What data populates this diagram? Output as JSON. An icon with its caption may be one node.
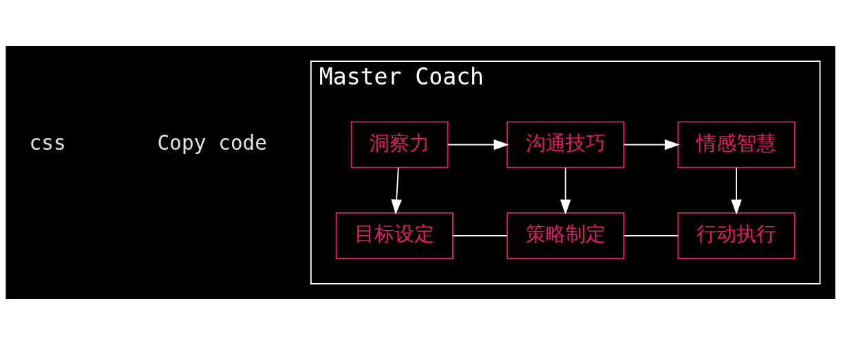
{
  "diagram": {
    "nodes": [
      {
        "text": [
          "Master Coach"
        ]
      },
      {
        "text": [
          "洞察力"
        ],
        "in": 0
      },
      {
        "text": [
          "沟通技巧"
        ],
        "in": 0
      },
      {
        "text": [
          "情感智慧"
        ],
        "in": 0
      },
      {
        "text": [
          "目标设定"
        ],
        "in": 0
      },
      {
        "text": [
          "策略制定"
        ],
        "in": 0
      },
      {
        "text": [
          "行动执行"
        ],
        "in": 0
      }
    ],
    "edges": [
      {
        "from": 1,
        "to": 2,
        "arrow": "to"
      },
      {
        "from": 2,
        "to": 3,
        "arrow": "to"
      },
      {
        "from": 1,
        "to": 4,
        "arrow": "to"
      },
      {
        "from": 2,
        "to": 5,
        "arrow": "to"
      },
      {
        "from": 3,
        "to": 6,
        "arrow": "to"
      },
      {
        "from": 4,
        "to": 5,
        "arrow": "none"
      },
      {
        "from": 5,
        "to": 6,
        "arrow": "none"
      }
    ],
    "labels": [
      "css",
      "Copy code"
    ]
  }
}
